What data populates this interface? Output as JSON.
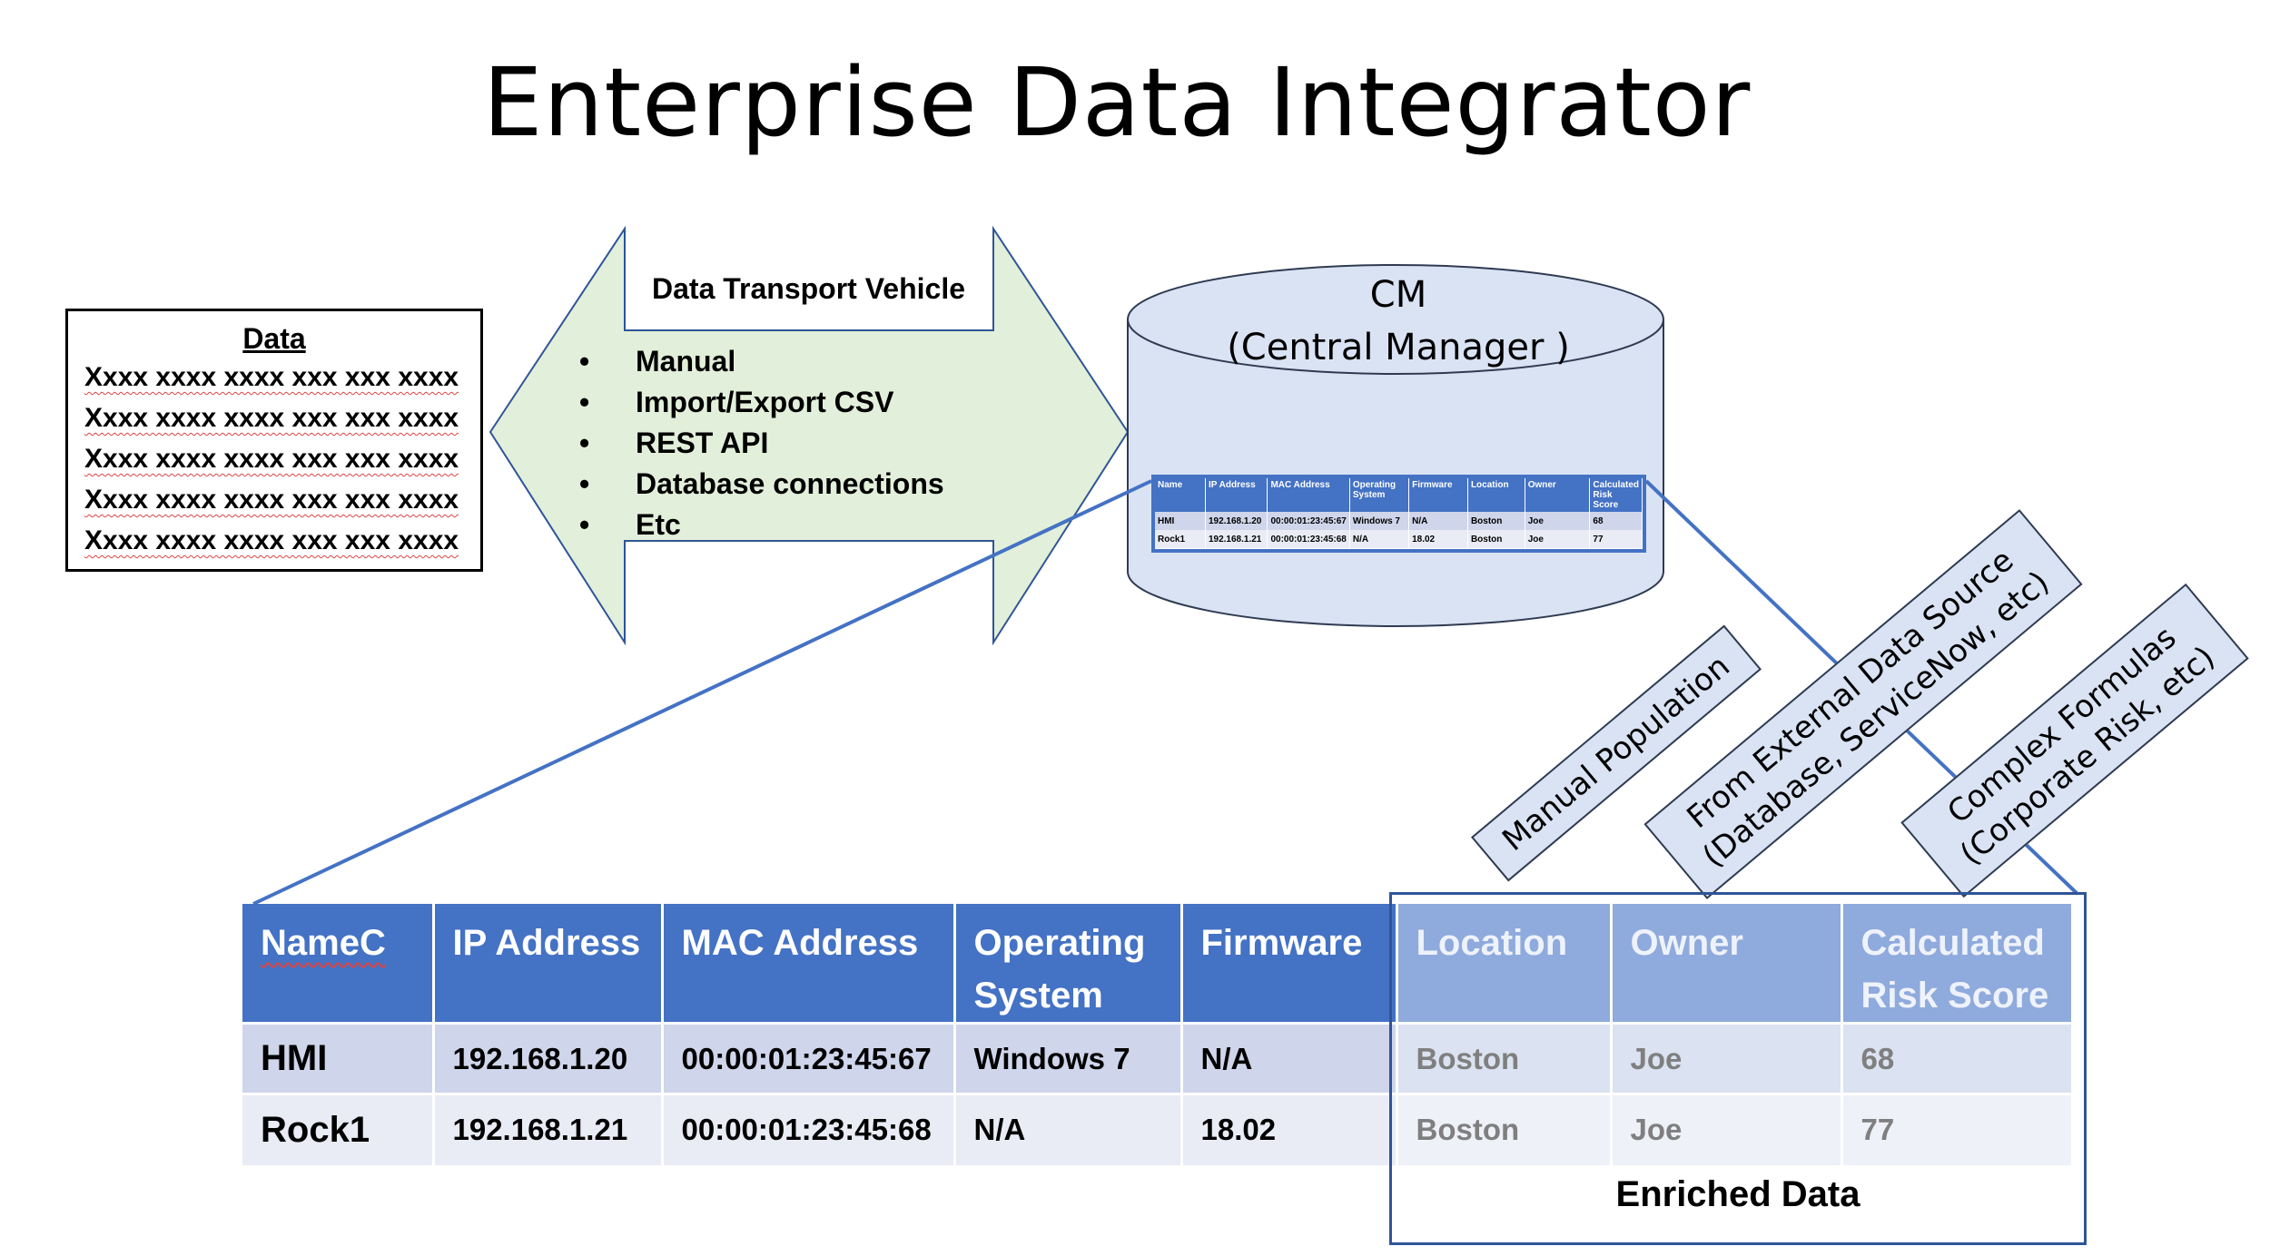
{
  "title": "Enterprise Data Integrator",
  "data_box": {
    "heading": "Data",
    "lines": [
      "Xxxx xxxx xxxx xxx xxx xxxx",
      "Xxxx xxxx xxxx xxx xxx xxxx",
      "Xxxx xxxx xxxx xxx xxx xxxx",
      "Xxxx xxxx xxxx xxx xxx xxxx",
      "Xxxx xxxx xxxx xxx xxx xxxx"
    ]
  },
  "transport": {
    "title": "Data Transport Vehicle",
    "bullet_glyph": "•",
    "items": [
      "Manual",
      "Import/Export CSV",
      "REST API",
      "Database connections",
      "Etc"
    ]
  },
  "cm": {
    "line1": "CM",
    "line2": "(Central Manager )"
  },
  "mini_table": {
    "headers": [
      "Name",
      "IP Address",
      "MAC Address",
      "Operating System",
      "Firmware",
      "Location",
      "Owner",
      "Calculated Risk Score"
    ],
    "rows": [
      [
        "HMI",
        "192.168.1.20",
        "00:00:01:23:45:67",
        "Windows 7",
        "N/A",
        "Boston",
        "Joe",
        "68"
      ],
      [
        "Rock1",
        "192.168.1.21",
        "00:00:01:23:45:68",
        "N/A",
        "18.02",
        "Boston",
        "Joe",
        "77"
      ]
    ]
  },
  "labels": {
    "manual": "Manual Population",
    "external_1": "From External Data Source",
    "external_2": "(Database, ServiceNow, etc)",
    "complex_1": "Complex Formulas",
    "complex_2": "(Corporate Risk, etc)"
  },
  "main_table": {
    "headers": [
      "NameC",
      "IP Address",
      "MAC Address",
      "Operating System",
      "Firmware",
      "Location",
      "Owner",
      "Calculated Risk Score"
    ],
    "rows": [
      [
        "HMI",
        "192.168.1.20",
        "00:00:01:23:45:67",
        "Windows 7",
        "N/A",
        "Boston",
        "Joe",
        "68"
      ],
      [
        "Rock1",
        "192.168.1.21",
        "00:00:01:23:45:68",
        "N/A",
        "18.02",
        "Boston",
        "Joe",
        "77"
      ]
    ]
  },
  "enriched_label": "Enriched Data",
  "colors": {
    "header_blue": "#4472c4",
    "enriched_header": "#8faadc",
    "arrow_fill": "#e2efda",
    "cylinder_fill": "#dae3f3",
    "outline_blue": "#2f5597"
  }
}
